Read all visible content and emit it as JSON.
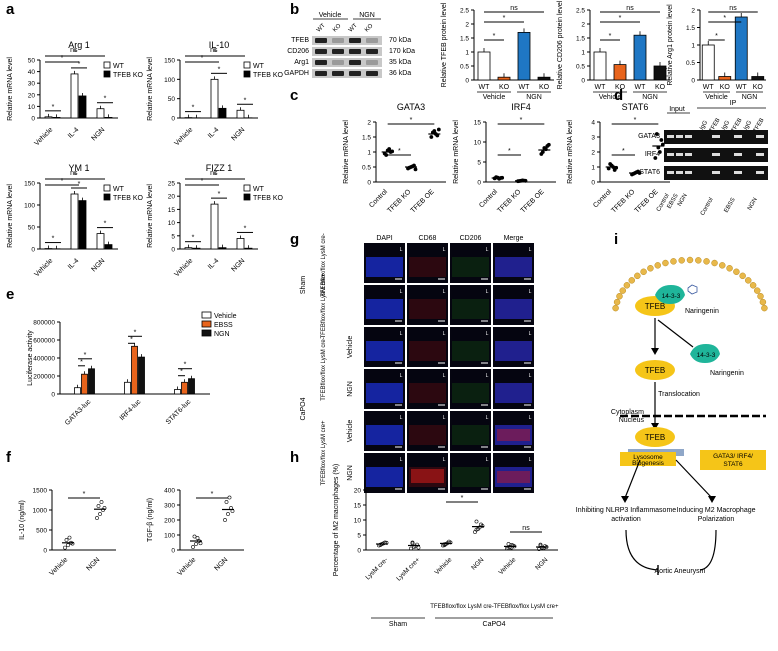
{
  "panel_letters": [
    "a",
    "b",
    "c",
    "d",
    "e",
    "f",
    "g",
    "h",
    "i"
  ],
  "chart_data": [
    {
      "id": "a1",
      "type": "bar",
      "title": "Arg 1",
      "ylabel": "Relative mRNA level",
      "categories": [
        "Vehicle",
        "IL-4",
        "NGN"
      ],
      "ylim": [
        0,
        50
      ],
      "yticks": [
        0,
        10,
        20,
        30,
        40,
        50
      ],
      "series": [
        {
          "name": "WT",
          "values": [
            1.0,
            38.0,
            8.0
          ]
        },
        {
          "name": "TFEB KO",
          "values": [
            0.5,
            19.0,
            0.5
          ]
        }
      ],
      "annotations": [
        "ns",
        "*",
        "*",
        "*",
        "*"
      ]
    },
    {
      "id": "a2",
      "type": "bar",
      "title": "IL-10",
      "ylabel": "Relative mRNA level",
      "categories": [
        "Vehicle",
        "IL-4",
        "NGN"
      ],
      "ylim": [
        0,
        150
      ],
      "yticks": [
        0,
        50,
        100,
        150
      ],
      "series": [
        {
          "name": "WT",
          "values": [
            1.0,
            100.0,
            20.0
          ]
        },
        {
          "name": "TFEB KO",
          "values": [
            0.5,
            25.0,
            0.5
          ]
        }
      ],
      "annotations": [
        "ns",
        "*",
        "*",
        "*",
        "*"
      ]
    },
    {
      "id": "a3",
      "type": "bar",
      "title": "YM 1",
      "ylabel": "Relative mRNA level",
      "categories": [
        "Vehicle",
        "IL-4",
        "NGN"
      ],
      "ylim": [
        0,
        150
      ],
      "yticks": [
        0,
        50,
        100,
        150
      ],
      "series": [
        {
          "name": "WT",
          "values": [
            1.0,
            125.0,
            35.0
          ]
        },
        {
          "name": "TFEB KO",
          "values": [
            0.5,
            110.0,
            10.0
          ]
        }
      ],
      "annotations": [
        "ns",
        "*",
        "*",
        "*",
        "*"
      ]
    },
    {
      "id": "a4",
      "type": "bar",
      "title": "FIZZ 1",
      "ylabel": "Relative mRNA level",
      "categories": [
        "Vehicle",
        "IL-4",
        "NGN"
      ],
      "ylim": [
        0,
        25
      ],
      "yticks": [
        0,
        5,
        10,
        15,
        20,
        25
      ],
      "series": [
        {
          "name": "WT",
          "values": [
            0.5,
            17.0,
            4.0
          ]
        },
        {
          "name": "TFEB KO",
          "values": [
            0.3,
            0.5,
            0.3
          ]
        }
      ],
      "annotations": [
        "ns",
        "*",
        "*",
        "*",
        "*"
      ]
    },
    {
      "id": "b1",
      "type": "bar",
      "ylabel": "Relative TFEB protein level",
      "categories": [
        "WT",
        "KO",
        "WT",
        "KO"
      ],
      "groups": [
        "Vehicle",
        "NGN"
      ],
      "ylim": [
        0,
        2.5
      ],
      "yticks": [
        0.0,
        0.5,
        1.0,
        1.5,
        2.0,
        2.5
      ],
      "values": [
        1.0,
        0.1,
        1.7,
        0.1
      ],
      "colors": [
        "#ffffff",
        "#e8641c",
        "#1f77c4",
        "#111111"
      ],
      "annotations": [
        "ns",
        "*",
        "*"
      ]
    },
    {
      "id": "b2",
      "type": "bar",
      "ylabel": "Relative CD206 protein level",
      "categories": [
        "WT",
        "KO",
        "WT",
        "KO"
      ],
      "groups": [
        "Vehicle",
        "NGN"
      ],
      "ylim": [
        0,
        2.5
      ],
      "yticks": [
        0.0,
        0.5,
        1.0,
        1.5,
        2.0,
        2.5
      ],
      "values": [
        1.0,
        0.55,
        1.6,
        0.5
      ],
      "colors": [
        "#ffffff",
        "#e8641c",
        "#1f77c4",
        "#111111"
      ],
      "annotations": [
        "ns",
        "*",
        "*"
      ]
    },
    {
      "id": "b3",
      "type": "bar",
      "ylabel": "Relative Arg1 protein level",
      "categories": [
        "WT",
        "KO",
        "WT",
        "KO"
      ],
      "groups": [
        "Vehicle",
        "NGN"
      ],
      "ylim": [
        0,
        2.0
      ],
      "yticks": [
        0.0,
        0.5,
        1.0,
        1.5,
        2.0
      ],
      "values": [
        1.0,
        0.1,
        1.8,
        0.1
      ],
      "colors": [
        "#ffffff",
        "#e8641c",
        "#1f77c4",
        "#111111"
      ],
      "annotations": [
        "ns",
        "*",
        "*"
      ]
    },
    {
      "id": "c1",
      "type": "scatter",
      "title": "GATA3",
      "ylabel": "Relative mRNA level",
      "categories": [
        "Control",
        "TFEB KO",
        "TFEB OE"
      ],
      "ylim": [
        0.0,
        2.0
      ],
      "yticks": [
        0.0,
        0.5,
        1.0,
        1.5,
        2.0
      ],
      "means": [
        1.0,
        0.5,
        1.6
      ],
      "points": [
        [
          0.95,
          1.05,
          1.0,
          0.9,
          1.1,
          1.02
        ],
        [
          0.45,
          0.5,
          0.55,
          0.48,
          0.52,
          0.42
        ],
        [
          1.5,
          1.7,
          1.55,
          1.65,
          1.6,
          1.75
        ]
      ],
      "annotations": [
        "*",
        "*"
      ]
    },
    {
      "id": "c2",
      "type": "scatter",
      "title": "IRF4",
      "ylabel": "Relative mRNA level",
      "categories": [
        "Control",
        "TFEB KO",
        "TFEB OE"
      ],
      "ylim": [
        0.0,
        15.0
      ],
      "yticks": [
        0.0,
        5.0,
        10.0,
        15.0
      ],
      "means": [
        1.0,
        0.3,
        8.0
      ],
      "points": [
        [
          0.9,
          1.1,
          1.0,
          1.2,
          0.8,
          1.05
        ],
        [
          0.2,
          0.3,
          0.35,
          0.25,
          0.4,
          0.3
        ],
        [
          7.0,
          8.5,
          9.0,
          7.5,
          8.2,
          9.3
        ]
      ],
      "annotations": [
        "*",
        "*"
      ]
    },
    {
      "id": "c3",
      "type": "scatter",
      "title": "STAT6",
      "ylabel": "Relative mRNA level",
      "categories": [
        "Control",
        "TFEB KO",
        "TFEB OE"
      ],
      "ylim": [
        0,
        4
      ],
      "yticks": [
        0,
        1,
        2,
        3,
        4
      ],
      "means": [
        1.0,
        0.6,
        2.4
      ],
      "points": [
        [
          0.9,
          1.1,
          0.8,
          1.2,
          1.0,
          0.95
        ],
        [
          0.5,
          0.6,
          0.7,
          0.55,
          0.65,
          0.6
        ],
        [
          1.6,
          2.3,
          2.8,
          3.2,
          2.0,
          2.5
        ]
      ],
      "annotations": [
        "*",
        "*"
      ]
    },
    {
      "id": "e",
      "type": "bar",
      "ylabel": "Luciferase activity",
      "categories": [
        "GATA3-luc",
        "IRF4-luc",
        "STAT6-luc"
      ],
      "ylim": [
        0,
        800000
      ],
      "yticks": [
        0,
        200000,
        400000,
        600000,
        800000
      ],
      "series": [
        {
          "name": "Vehicle",
          "values": [
            70000,
            130000,
            50000
          ]
        },
        {
          "name": "EBSS",
          "values": [
            220000,
            530000,
            130000
          ]
        },
        {
          "name": "NGN",
          "values": [
            280000,
            410000,
            170000
          ]
        }
      ],
      "annotations": [
        "*",
        "*",
        "*",
        "*",
        "*",
        "*"
      ]
    },
    {
      "id": "f1",
      "type": "scatter",
      "ylabel": "IL-10 (ng/ml)",
      "categories": [
        "Vehicle",
        "NGN"
      ],
      "ylim": [
        0,
        1500
      ],
      "yticks": [
        0,
        500,
        1000,
        1500
      ],
      "means": [
        180,
        1020
      ],
      "points": [
        [
          60,
          120,
          180,
          250,
          310,
          160
        ],
        [
          800,
          900,
          1000,
          1100,
          1200,
          1050
        ]
      ],
      "annotations": [
        "*"
      ]
    },
    {
      "id": "f2",
      "type": "scatter",
      "ylabel": "TGF-β (ng/ml)",
      "categories": [
        "Vehicle",
        "NGN"
      ],
      "ylim": [
        0,
        400
      ],
      "yticks": [
        0,
        100,
        200,
        300,
        400
      ],
      "means": [
        60,
        270
      ],
      "points": [
        [
          20,
          40,
          60,
          90,
          80,
          45
        ],
        [
          200,
          240,
          280,
          320,
          350,
          260
        ]
      ],
      "annotations": [
        "*"
      ]
    },
    {
      "id": "h",
      "type": "scatter",
      "ylabel": "Percentage of M2 macrophages (%)",
      "ylim": [
        0,
        20
      ],
      "yticks": [
        0,
        5,
        10,
        15,
        20
      ],
      "categories": [
        "TFEBflox/flox LysM cre-",
        "TFEBflox/flox LysM cre+",
        "Vehicle",
        "NGN",
        "Vehicle",
        "NGN"
      ],
      "subgroups": [
        "TFEBflox/flox LysM cre-",
        "TFEBflox/flox LysM cre+"
      ],
      "groups": [
        "Sham",
        "CaPO4"
      ],
      "means": [
        2.0,
        1.5,
        2.2,
        7.8,
        1.2,
        1.0
      ],
      "points": [
        [
          1.5,
          2.0,
          2.5,
          1.8,
          2.2,
          2.4,
          1.7
        ],
        [
          0.5,
          1.0,
          1.8,
          2.5,
          1.2,
          0.8,
          2.2
        ],
        [
          1.5,
          2.0,
          2.8,
          1.6,
          2.3,
          2.5,
          1.9
        ],
        [
          6.0,
          7.0,
          8.5,
          9.5,
          7.5,
          8.0,
          6.8
        ],
        [
          0.5,
          1.0,
          1.5,
          2.0,
          0.8,
          1.2,
          0.6,
          1.7
        ],
        [
          0.3,
          0.8,
          1.3,
          1.8,
          0.5,
          1.0,
          1.5,
          0.7
        ]
      ],
      "annotations": [
        "*",
        "ns"
      ]
    }
  ],
  "blot_b": {
    "col_headers": [
      "Vehicle",
      "NGN"
    ],
    "lanes": [
      "WT",
      "KO",
      "WT",
      "KO"
    ],
    "rows": [
      {
        "name": "TFEB",
        "kda": "70 kDa"
      },
      {
        "name": "CD206",
        "kda": "170 kDa"
      },
      {
        "name": "Arg1",
        "kda": "35 kDa"
      },
      {
        "name": "GAPDH",
        "kda": "36 kDa"
      }
    ]
  },
  "blot_d": {
    "header_input": "Input",
    "header_ip": "IP",
    "rows": [
      "GATA3",
      "IRF4",
      "STAT6"
    ],
    "lanes_input": [
      "Control",
      "EBSS",
      "NGN"
    ],
    "lanes_ip": [
      "IgG",
      "TFEB",
      "IgG",
      "TFEB",
      "IgG",
      "TFEB"
    ],
    "groups_ip": [
      "Control",
      "EBSS",
      "NGN"
    ]
  },
  "panel_g": {
    "columns": [
      "DAPI",
      "CD68",
      "CD206",
      "Merge"
    ],
    "row_labels": [
      "TFEBflox/flox LysM cre-",
      "TFEBflox/flox LysM cre+",
      "Vehicle",
      "NGN",
      "Vehicle",
      "NGN"
    ],
    "group_labels": [
      "Sham",
      "CaPO4"
    ],
    "sub_labels": [
      "TFEBflox/flox LysM cre-",
      "TFEBflox/flox LysM cre+"
    ]
  },
  "panel_i": {
    "tfeb": "TFEB",
    "protein": "14-3-3",
    "drug": "Naringenin",
    "translocation": "Translocation",
    "cytoplasm": "Cytoplasm",
    "nucleus": "Nucleus",
    "box_left": "Lysosome Biogenesis",
    "box_right": "GATA3/ IRF4/ STAT6",
    "out_left": "Inhibiting NLRP3 Inflammasome activation",
    "out_right": "Inducing M2 Macrophage Polarization",
    "final": "Aortic Aneurysm"
  }
}
